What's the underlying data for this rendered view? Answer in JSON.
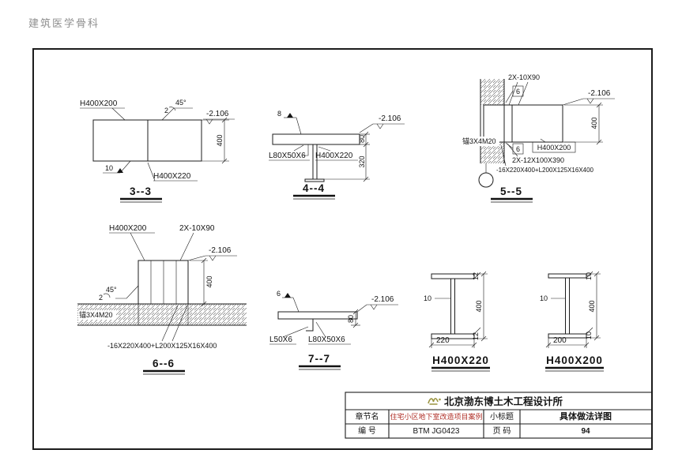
{
  "watermark": "建筑医学骨科",
  "sections": {
    "s33": {
      "title": "3--3",
      "label_top": "H400X200",
      "label_bottom": "H400X220",
      "weld_angle": "45°",
      "weld_size": "2",
      "weld_bottom_size": "10",
      "elevation": "-2.106",
      "dim_height": "400"
    },
    "s44": {
      "title": "4--4",
      "weld_size": "8",
      "elevation": "-2.106",
      "dim_top": "80",
      "dim_bottom": "320",
      "label_angle": "L80X50X6",
      "label_beam": "H400X220"
    },
    "s55": {
      "title": "5--5",
      "label_plates": "2X-10X90",
      "weld_top": "6",
      "weld_bottom": "6",
      "elevation": "-2.106",
      "dim_height": "400",
      "label_anchor": "锚3X4M20",
      "label_beam": "H400X200",
      "label_plate2": "2X-12X100X390",
      "label_plate3": "-16X220X400+L200X125X16X400"
    },
    "s66": {
      "title": "6--6",
      "label_beam": "H400X200",
      "label_plates": "2X-10X90",
      "elevation": "-2.106",
      "dim_height": "400",
      "weld_angle": "45°",
      "weld_size": "2",
      "label_anchor": "锚3X4M20",
      "label_plate2": "-16X220X400+L200X125X16X400"
    },
    "s77": {
      "title": "7--7",
      "weld_size": "6",
      "elevation": "-2.106",
      "dim_height": "80",
      "label_angle1": "L50X6",
      "label_angle2": "L80X50X6"
    },
    "h220": {
      "title": "H400X220",
      "dim_flange_top": "12",
      "dim_web": "10",
      "dim_height": "400",
      "dim_flange_bottom": "12",
      "dim_width": "220"
    },
    "h200": {
      "title": "H400X200",
      "dim_flange_top": "10",
      "dim_web": "10",
      "dim_height": "400",
      "dim_flange_bottom": "10",
      "dim_width": "200"
    }
  },
  "titleblock": {
    "company": "北京渤东博土木工程设计所",
    "chapter_label": "章节名",
    "chapter_value": "住宅小区地下室改造项目案例",
    "subtitle_label": "小标题",
    "subtitle_value": "具体做法详图",
    "number_label": "编 号",
    "number_value": "BTM JG0423",
    "page_label": "页 码",
    "page_value": "94"
  }
}
